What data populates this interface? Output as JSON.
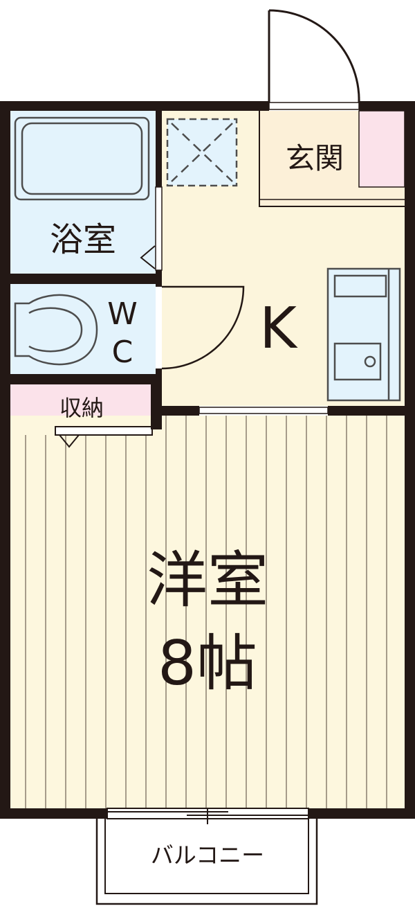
{
  "rooms": {
    "entrance": "玄関",
    "bath": "浴室",
    "toilet_w": "W",
    "toilet_c": "C",
    "kitchen": "K",
    "storage": "収納",
    "western_room": "洋室",
    "western_room_size": "8帖",
    "balcony": "バルコニー"
  },
  "colors": {
    "wall": "#231815",
    "bath_fill": "#e3f3fc",
    "kitchen_fill": "#fcf5dc",
    "entrance_fill": "#fcf0d8",
    "storage_fill": "#fbe2ea",
    "room_fill": "#fdf7de",
    "floor_lines": "#8a7f6e",
    "fixture_line": "#4d4d4d"
  }
}
